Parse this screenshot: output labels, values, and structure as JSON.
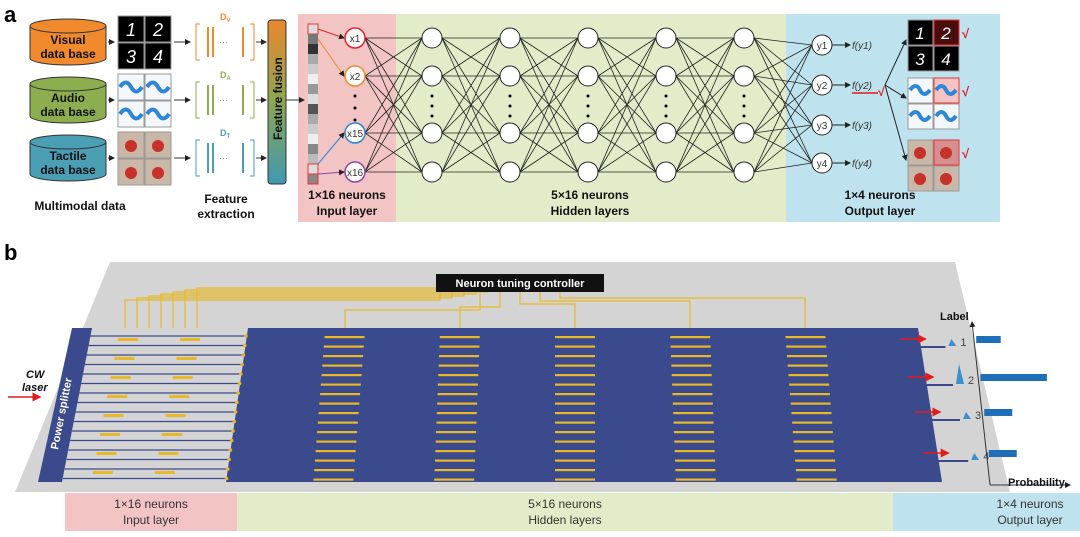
{
  "panel_a": {
    "label": "a",
    "databases": [
      {
        "line1": "Visual",
        "line2": "data base",
        "color": "#F08A2C"
      },
      {
        "line1": "Audio",
        "line2": "data base",
        "color": "#8CAE4E"
      },
      {
        "line1": "Tactile",
        "line2": "data base",
        "color": "#4A9FB5"
      }
    ],
    "digits": [
      "1",
      "2",
      "3",
      "4"
    ],
    "feature_labels": [
      {
        "main": "D",
        "sub": "V",
        "color": "#F08A2C"
      },
      {
        "main": "D",
        "sub": "A",
        "color": "#8CAE4E"
      },
      {
        "main": "D",
        "sub": "T",
        "color": "#4A9FB5"
      }
    ],
    "ellipsis": "···",
    "multimodal_caption": "Multimodal data",
    "feature_extraction_caption": [
      "Feature",
      "extraction"
    ],
    "feature_fusion": "Feature fusion",
    "input_neurons": [
      "x1",
      "x2",
      "x15",
      "x16"
    ],
    "input_neuron_colors": [
      "#E8232A",
      "#F08A2C",
      "#2D86D6",
      "#8E44AD"
    ],
    "output_neurons": [
      "y1",
      "y2",
      "y3",
      "y4"
    ],
    "activations": [
      "f(y1)",
      "f(y2)",
      "f(y3)",
      "f(y4)"
    ],
    "check_mark": "√",
    "input_layer": [
      "1×16 neurons",
      "Input layer"
    ],
    "hidden_layers": [
      "5×16 neurons",
      "Hidden layers"
    ],
    "output_layer": [
      "1×4 neurons",
      "Output layer"
    ],
    "colors": {
      "input_bg": "#F2C4C4",
      "hidden_bg": "#E2ECC8",
      "output_bg": "#BFE3EE"
    }
  },
  "panel_b": {
    "label": "b",
    "controller": "Neuron tuning controller",
    "laser": [
      "CW",
      "laser"
    ],
    "power_splitter": "Power splitter",
    "graph": {
      "y_axis": "Label",
      "x_axis": "Probability",
      "labels": [
        "1",
        "2",
        "3",
        "4"
      ],
      "probabilities": [
        0.35,
        0.95,
        0.4,
        0.4
      ]
    },
    "input_layer": [
      "1×16 neurons",
      "Input layer"
    ],
    "hidden_layers": [
      "5×16 neurons",
      "Hidden layers"
    ],
    "output_layer": [
      "1×4 neurons",
      "Output layer"
    ],
    "colors": {
      "chip": "#3A4A8C",
      "waveguide": "#E8B829",
      "substrate": "#D4D4D4",
      "bar": "#1F6FB8"
    }
  }
}
